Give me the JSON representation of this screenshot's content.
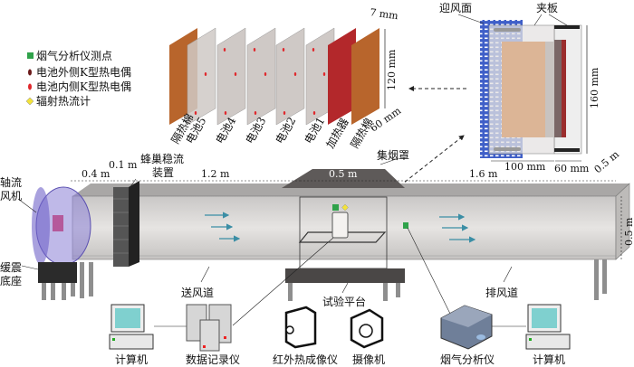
{
  "legend": [
    {
      "label": "烟气分析仪测点",
      "marker": "green-square"
    },
    {
      "label": "电池外侧K型热电偶",
      "marker": "dark-red-ellipse"
    },
    {
      "label": "电池内侧K型热电偶",
      "marker": "red-ellipse"
    },
    {
      "label": "辐射热流计",
      "marker": "yellow-diamond"
    }
  ],
  "stack": {
    "layers": [
      "隔热棉",
      "电池5",
      "电池4",
      "电池3",
      "电池2",
      "电池1",
      "加热器",
      "隔热棉"
    ],
    "dims": {
      "thickness": "7 mm",
      "height": "120 mm",
      "depth": "60 mm"
    }
  },
  "inset": {
    "windward_face": "迎风面",
    "clamp_plate": "夹板",
    "height": "160 mm",
    "width": "100 mm",
    "depth": "60 mm"
  },
  "duct": {
    "fan": [
      "轴流",
      "风机"
    ],
    "base": [
      "缓震",
      "底座"
    ],
    "honeycomb": [
      "蜂巢稳流",
      "装置"
    ],
    "hood": "集烟罩",
    "supply_duct": "送风道",
    "test_platform": "试验平台",
    "exhaust_duct": "排风道",
    "dims": {
      "fan_len": "0.4 m",
      "honeycomb_len": "0.1 m",
      "supply_len": "1.2 m",
      "hood_len": "0.5 m",
      "exhaust_len": "1.6 m",
      "width": "0.5 m",
      "height": "0.5 m"
    }
  },
  "equipment": [
    "计算机",
    "数据记录仪",
    "红外热成像仪",
    "摄像机",
    "烟气分析仪",
    "计算机"
  ],
  "colors": {
    "insulation": "#b8652c",
    "heater": "#b3282b",
    "battery": "#cfc9c6",
    "marker_green": "#2fa24a",
    "marker_yellow": "#f2e23a",
    "fan": "#8a7fd6",
    "arrow": "#3b8ea5"
  }
}
